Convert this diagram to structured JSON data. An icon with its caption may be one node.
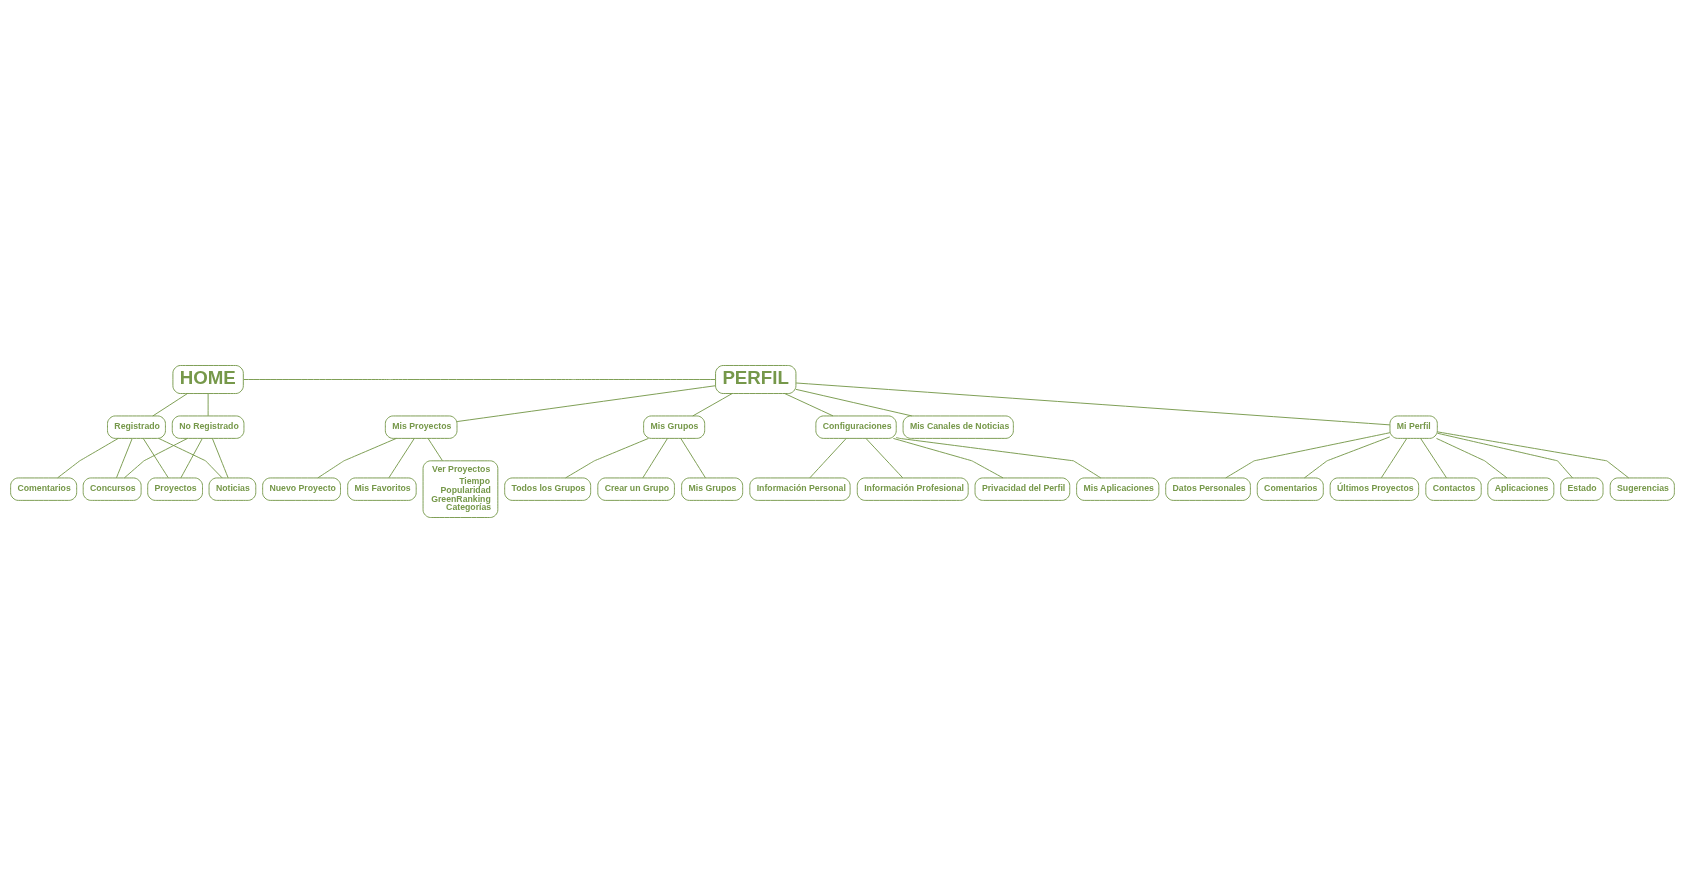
{
  "diagram": {
    "nodes": [
      {
        "text": [
          "HOME"
        ]
      },
      {
        "text": [
          "PERFIL"
        ]
      },
      {
        "text": [
          "No Registrado"
        ]
      },
      {
        "text": [
          "Registrado"
        ]
      },
      {
        "text": [
          "Proyectos"
        ]
      },
      {
        "text": [
          "Noticias"
        ]
      },
      {
        "text": [
          "Concursos"
        ]
      },
      {
        "text": [
          "Comentarios"
        ]
      },
      {
        "text": [
          "Mi Perfil"
        ]
      },
      {
        "text": [
          "Mis Proyectos"
        ]
      },
      {
        "text": [
          "Mis Grupos"
        ]
      },
      {
        "text": [
          "Configuraciones"
        ]
      },
      {
        "text": [
          "Mis Canales de Noticias"
        ]
      },
      {
        "text": [
          "Datos Personales"
        ]
      },
      {
        "text": [
          "Comentarios"
        ]
      },
      {
        "text": [
          "Últimos Proyectos"
        ]
      },
      {
        "text": [
          "Contactos"
        ]
      },
      {
        "text": [
          "Aplicaciones"
        ]
      },
      {
        "text": [
          "Estado"
        ]
      },
      {
        "text": [
          "Sugerencias"
        ]
      },
      {
        "text": [
          "Ver Proyectos",
          "Tiempo",
          "Popularidad",
          "GreenRanking",
          "Categorías"
        ]
      },
      {
        "text": [
          "Nuevo Proyecto"
        ]
      },
      {
        "text": [
          "Mis Favoritos"
        ]
      },
      {
        "text": [
          "Mis Grupos"
        ]
      },
      {
        "text": [
          "Todos los Grupos"
        ]
      },
      {
        "text": [
          "Crear un Grupo"
        ]
      },
      {
        "text": [
          "Privacidad del Perfil"
        ]
      },
      {
        "text": [
          "Mis Aplicaciones"
        ]
      },
      {
        "text": [
          "Información Personal"
        ]
      },
      {
        "text": [
          "Información Profesional"
        ]
      }
    ],
    "edges": [
      {
        "from": 0,
        "to": 1,
        "arrow": "none"
      },
      {
        "from": 0,
        "to": 2,
        "arrow": "none"
      },
      {
        "from": 0,
        "to": 3,
        "arrow": "none"
      },
      {
        "from": 2,
        "to": 4,
        "arrow": "none"
      },
      {
        "from": 2,
        "to": 5,
        "arrow": "none"
      },
      {
        "from": 2,
        "to": 6,
        "arrow": "none"
      },
      {
        "from": 3,
        "to": 4,
        "arrow": "none"
      },
      {
        "from": 3,
        "to": 5,
        "arrow": "none"
      },
      {
        "from": 3,
        "to": 6,
        "arrow": "none"
      },
      {
        "from": 3,
        "to": 7,
        "arrow": "none"
      },
      {
        "from": 1,
        "to": 8,
        "arrow": "none"
      },
      {
        "from": 1,
        "to": 9,
        "arrow": "none"
      },
      {
        "from": 1,
        "to": 10,
        "arrow": "none"
      },
      {
        "from": 1,
        "to": 11,
        "arrow": "none"
      },
      {
        "from": 1,
        "to": 12,
        "arrow": "none"
      },
      {
        "from": 8,
        "to": 13,
        "arrow": "none"
      },
      {
        "from": 8,
        "to": 14,
        "arrow": "none"
      },
      {
        "from": 8,
        "to": 15,
        "arrow": "none"
      },
      {
        "from": 8,
        "to": 16,
        "arrow": "none"
      },
      {
        "from": 8,
        "to": 17,
        "arrow": "none"
      },
      {
        "from": 8,
        "to": 18,
        "arrow": "none"
      },
      {
        "from": 8,
        "to": 19,
        "arrow": "none"
      },
      {
        "from": 9,
        "to": 20,
        "arrow": "none"
      },
      {
        "from": 9,
        "to": 21,
        "arrow": "none"
      },
      {
        "from": 9,
        "to": 22,
        "arrow": "none"
      },
      {
        "from": 10,
        "to": 23,
        "arrow": "none"
      },
      {
        "from": 10,
        "to": 24,
        "arrow": "none"
      },
      {
        "from": 10,
        "to": 25,
        "arrow": "none"
      },
      {
        "from": 11,
        "to": 26,
        "arrow": "none"
      },
      {
        "from": 11,
        "to": 27,
        "arrow": "none"
      },
      {
        "from": 11,
        "to": 28,
        "arrow": "none"
      },
      {
        "from": 11,
        "to": 29,
        "arrow": "none"
      }
    ]
  }
}
